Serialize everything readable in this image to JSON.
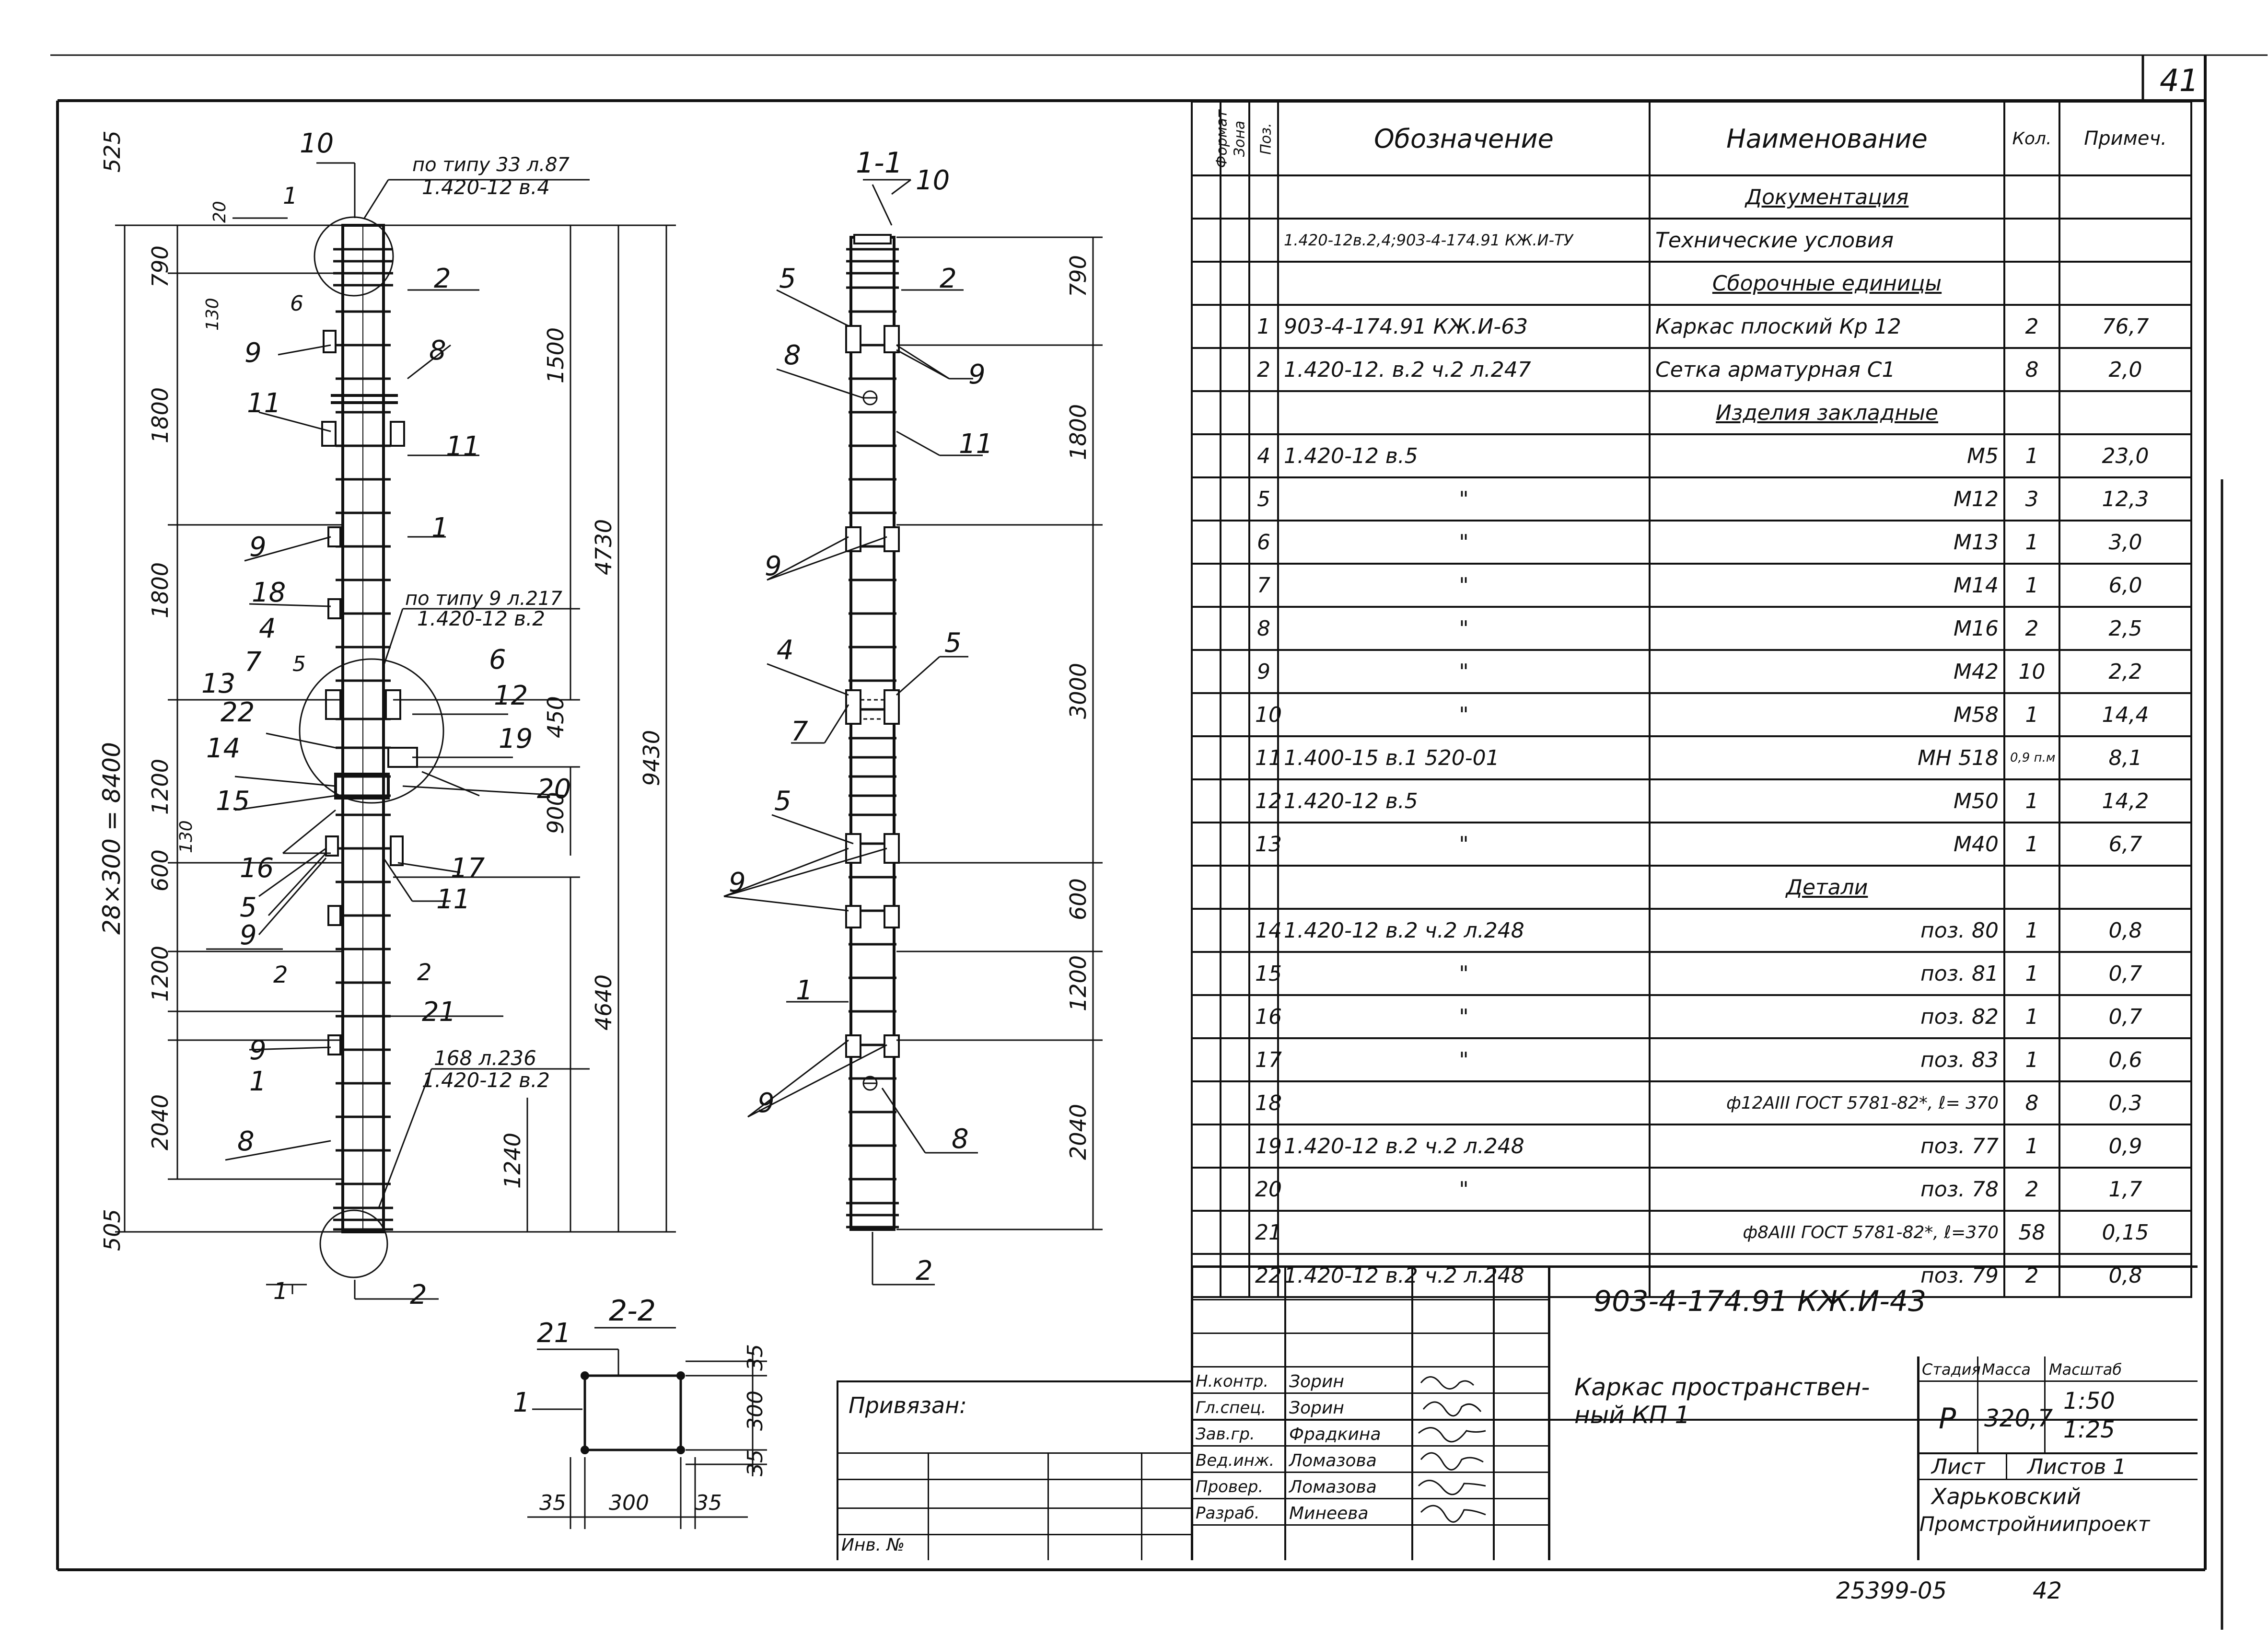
{
  "sheet": {
    "page_number": "41",
    "bottom_code": "25399-05",
    "bottom_num": "42"
  },
  "table": {
    "headers": {
      "format": "Формат",
      "zone": "Зона",
      "pos": "Поз.",
      "designation": "Обозначение",
      "name": "Наименование",
      "qty": "Кол.",
      "note": "Примеч."
    },
    "rows": [
      {
        "pos": "",
        "designation": "",
        "name": "Документация",
        "qty": "",
        "note": "",
        "type": "section"
      },
      {
        "pos": "",
        "designation": "1.420-12в.2,4;903-4-174.91 КЖ.И-ТУ",
        "name": "Технические условия",
        "qty": "",
        "note": "",
        "type": "item"
      },
      {
        "pos": "",
        "designation": "",
        "name": "Сборочные единицы",
        "qty": "",
        "note": "",
        "type": "section"
      },
      {
        "pos": "1",
        "designation": "903-4-174.91 КЖ.И-63",
        "name": "Каркас плоский Кр 12",
        "qty": "2",
        "note": "76,7",
        "type": "item"
      },
      {
        "pos": "2",
        "designation": "1.420-12. в.2 ч.2 л.247",
        "name": "Сетка арматурная С1",
        "qty": "8",
        "note": "2,0",
        "type": "item"
      },
      {
        "pos": "",
        "designation": "",
        "name": "Изделия закладные",
        "qty": "",
        "note": "",
        "type": "section"
      },
      {
        "pos": "4",
        "designation": "1.420-12 в.5",
        "name": "М5",
        "qty": "1",
        "note": "23,0",
        "type": "right"
      },
      {
        "pos": "5",
        "designation": "\"",
        "name": "М12",
        "qty": "3",
        "note": "12,3",
        "type": "right"
      },
      {
        "pos": "6",
        "designation": "\"",
        "name": "М13",
        "qty": "1",
        "note": "3,0",
        "type": "right"
      },
      {
        "pos": "7",
        "designation": "\"",
        "name": "М14",
        "qty": "1",
        "note": "6,0",
        "type": "right"
      },
      {
        "pos": "8",
        "designation": "\"",
        "name": "М16",
        "qty": "2",
        "note": "2,5",
        "type": "right"
      },
      {
        "pos": "9",
        "designation": "\"",
        "name": "М42",
        "qty": "10",
        "note": "2,2",
        "type": "right"
      },
      {
        "pos": "10",
        "designation": "\"",
        "name": "М58",
        "qty": "1",
        "note": "14,4",
        "type": "right"
      },
      {
        "pos": "11",
        "designation": "1.400-15 в.1 520-01",
        "name": "МН 518",
        "qty": "0,9 п.м",
        "note": "8,1",
        "type": "right"
      },
      {
        "pos": "12",
        "designation": "1.420-12 в.5",
        "name": "М50",
        "qty": "1",
        "note": "14,2",
        "type": "right"
      },
      {
        "pos": "13",
        "designation": "\"",
        "name": "М40",
        "qty": "1",
        "note": "6,7",
        "type": "right"
      },
      {
        "pos": "",
        "designation": "",
        "name": "Детали",
        "qty": "",
        "note": "",
        "type": "section"
      },
      {
        "pos": "14",
        "designation": "1.420-12 в.2 ч.2 л.248",
        "name": "поз. 80",
        "qty": "1",
        "note": "0,8",
        "type": "right"
      },
      {
        "pos": "15",
        "designation": "\"",
        "name": "поз. 81",
        "qty": "1",
        "note": "0,7",
        "type": "right"
      },
      {
        "pos": "16",
        "designation": "\"",
        "name": "поз. 82",
        "qty": "1",
        "note": "0,7",
        "type": "right"
      },
      {
        "pos": "17",
        "designation": "\"",
        "name": "поз. 83",
        "qty": "1",
        "note": "0,6",
        "type": "right"
      },
      {
        "pos": "18",
        "designation": "",
        "name": "ф12АIII ГОСТ 5781-82*, ℓ= 370",
        "qty": "8",
        "note": "0,3",
        "type": "right"
      },
      {
        "pos": "19",
        "designation": "1.420-12 в.2 ч.2 л.248",
        "name": "поз. 77",
        "qty": "1",
        "note": "0,9",
        "type": "right"
      },
      {
        "pos": "20",
        "designation": "\"",
        "name": "поз. 78",
        "qty": "2",
        "note": "1,7",
        "type": "right"
      },
      {
        "pos": "21",
        "designation": "",
        "name": "ф8АIII ГОСТ 5781-82*, ℓ=370",
        "qty": "58",
        "note": "0,15",
        "type": "right"
      },
      {
        "pos": "22",
        "designation": "1.420-12 в.2 ч.2 л.248",
        "name": "поз. 79",
        "qty": "2",
        "note": "0,8",
        "type": "right"
      }
    ]
  },
  "stamp": {
    "doc_code": "903-4-174.91   КЖ.И-43",
    "title": "Каркас пространствен-ный КП 1",
    "stage_label": "Стадия",
    "mass_label": "Масса",
    "scale_label": "Масштаб",
    "stage": "Р",
    "mass": "320,7",
    "scale1": "1:50",
    "scale2": "1:25",
    "sheet_label": "Лист",
    "sheets_label": "Листов 1",
    "org1": "Харьковский",
    "org2": "Промстройниипроект",
    "bound_label": "Привязан:",
    "inv_label": "Инв. №",
    "roles": [
      "Н.контр.",
      "Гл.спец.",
      "Зав.гр.",
      "Вед.инж.",
      "Провер.",
      "Разраб."
    ],
    "names": [
      "Зорин",
      "Зорин",
      "Фрадкина",
      "Ломазова",
      "Ломазова",
      "Минеева"
    ]
  },
  "drawing": {
    "left_view": {
      "callout_top_ref1": "по типу 33 л.87",
      "callout_top_ref2": "1.420-12 в.4",
      "callout_mid_ref1": "по типу 9 л.217",
      "callout_mid_ref2": "1.420-12 в.2",
      "callout_bot_ref1": "168 л.236",
      "callout_bot_ref2": "1.420-12 в.2",
      "dims": [
        "525",
        "790",
        "1800",
        "1800",
        "1200",
        "600",
        "1200",
        "2040",
        "505",
        "28×300 = 8400",
        "1500",
        "4730",
        "450",
        "900",
        "9430",
        "4640",
        "1240",
        "130",
        "130",
        "20"
      ],
      "section_1": "1",
      "section_2": "2",
      "labels": [
        "10",
        "2",
        "6",
        "9",
        "8",
        "11",
        "11",
        "1",
        "9",
        "18",
        "4",
        "7",
        "5",
        "13",
        "22",
        "14",
        "15",
        "16",
        "5",
        "9",
        "21",
        "9",
        "1",
        "8",
        "6",
        "12",
        "19",
        "20",
        "17",
        "11",
        "2"
      ]
    },
    "section_view": {
      "title": "1-1",
      "dims": [
        "790",
        "1800",
        "3000",
        "600",
        "1200",
        "2040"
      ],
      "labels": [
        "10",
        "5",
        "2",
        "8",
        "9",
        "11",
        "9",
        "4",
        "5",
        "7",
        "5",
        "9",
        "1",
        "9",
        "8",
        "2"
      ]
    },
    "section_2_2": {
      "title": "2-2",
      "dims": [
        "35",
        "300",
        "35",
        "35",
        "300",
        "35"
      ],
      "labels": [
        "21",
        "1"
      ]
    }
  }
}
